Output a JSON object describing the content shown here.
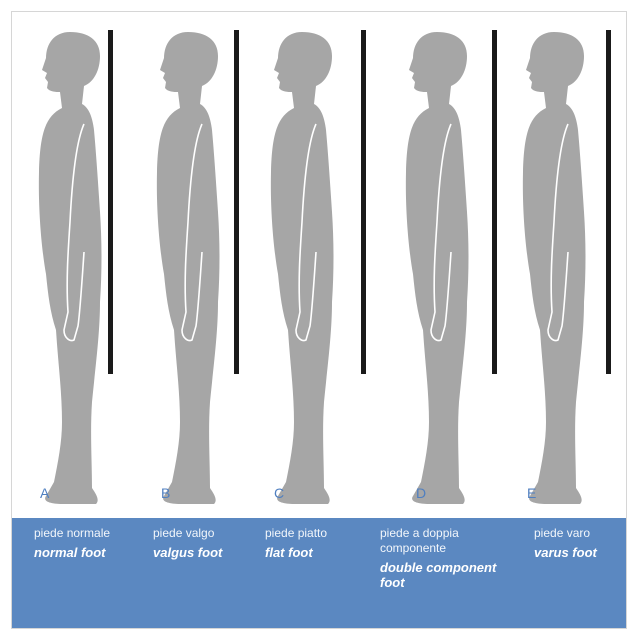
{
  "figures": [
    {
      "letter": "A",
      "label_it": "piede normale",
      "label_en": "normal foot"
    },
    {
      "letter": "B",
      "label_it": "piede valgo",
      "label_en": "valgus foot"
    },
    {
      "letter": "C",
      "label_it": "piede piatto",
      "label_en": "flat foot"
    },
    {
      "letter": "D",
      "label_it": "piede a doppia componente",
      "label_en": "double component foot"
    },
    {
      "letter": "E",
      "label_it": "piede varo",
      "label_en": "varus foot"
    }
  ],
  "colors": {
    "band": "#5b88c1",
    "letter": "#4f7fc0",
    "silhouette": "#a6a6a6",
    "plumb_line": "#1a1a1a",
    "arm_outline": "#ffffff"
  }
}
